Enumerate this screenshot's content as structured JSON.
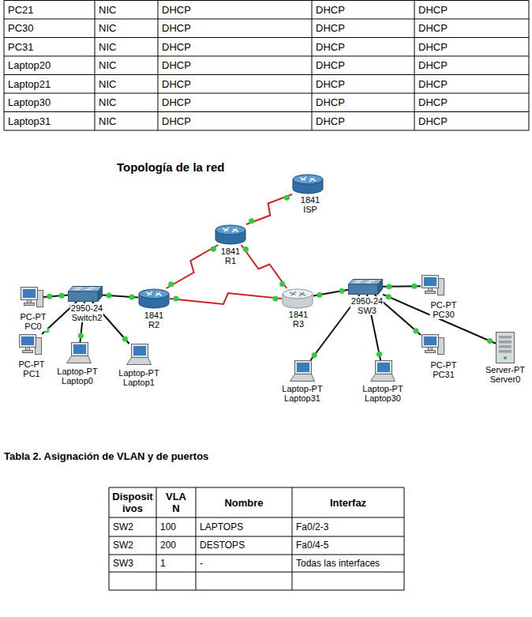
{
  "diagram": {
    "title": "Topología de la red",
    "nodes": [
      {
        "text": [
          "1841",
          "ISP"
        ]
      },
      {
        "text": [
          "1841",
          "R1"
        ]
      },
      {
        "text": [
          "2950-24",
          "Switch2"
        ]
      },
      {
        "text": [
          "1841",
          "R2"
        ]
      },
      {
        "text": [
          "1841",
          "R3"
        ]
      },
      {
        "text": [
          "2950-24",
          "SW3"
        ]
      },
      {
        "text": [
          "PC-PT",
          "PC30"
        ]
      },
      {
        "text": [
          "PC-PT",
          "PC0"
        ]
      },
      {
        "text": [
          "PC-PT",
          "PC1"
        ]
      },
      {
        "text": [
          "Laptop-PT",
          "Laptop0"
        ]
      },
      {
        "text": [
          "Laptop-PT",
          "Laptop1"
        ]
      },
      {
        "text": [
          "PC-PT",
          "PC31"
        ]
      },
      {
        "text": [
          "Laptop-PT",
          "Laptop31"
        ]
      },
      {
        "text": [
          "Laptop-PT",
          "Laptop30"
        ]
      },
      {
        "text": [
          "Server-PT",
          "Server0"
        ]
      }
    ],
    "edges": [
      {
        "from": 1,
        "to": 0,
        "arrow": "none"
      },
      {
        "from": 1,
        "to": 3,
        "arrow": "none"
      },
      {
        "from": 1,
        "to": 4,
        "arrow": "none"
      },
      {
        "from": 3,
        "to": 4,
        "arrow": "none"
      },
      {
        "from": 2,
        "to": 3,
        "arrow": "none"
      },
      {
        "from": 7,
        "to": 2,
        "arrow": "none"
      },
      {
        "from": 8,
        "to": 2,
        "arrow": "none"
      },
      {
        "from": 9,
        "to": 2,
        "arrow": "none"
      },
      {
        "from": 10,
        "to": 2,
        "arrow": "none"
      },
      {
        "from": 4,
        "to": 5,
        "arrow": "none"
      },
      {
        "from": 5,
        "to": 6,
        "arrow": "none"
      },
      {
        "from": 5,
        "to": 11,
        "arrow": "none"
      },
      {
        "from": 5,
        "to": 12,
        "arrow": "none"
      },
      {
        "from": 5,
        "to": 13,
        "arrow": "none"
      },
      {
        "from": 5,
        "to": 14,
        "arrow": "none"
      }
    ],
    "labels": [
      "PC21",
      "NIC",
      "DHCP",
      "DHCP",
      "DHCP",
      "PC30",
      "NIC",
      "DHCP",
      "DHCP",
      "DHCP",
      "PC31",
      "NIC",
      "DHCP",
      "DHCP",
      "DHCP",
      "Laptop20",
      "NIC",
      "DHCP",
      "DHCP",
      "DHCP",
      "Laptop21",
      "NIC",
      "DHCP",
      "DHCP",
      "DHCP",
      "Laptop30",
      "NIC",
      "DHCP",
      "DHCP",
      "DHCP",
      "Laptop31",
      "NIC",
      "DHCP",
      "DHCP",
      "DHCP",
      "Tabla 2. Asignación de VLAN y de puertos",
      "Disposit ivos",
      "VLA N",
      "Nombre",
      "Interfaz",
      "SW2",
      "100",
      "LAPTOPS",
      "Fa0/2-3",
      "SW2",
      "200",
      "DESTOPS",
      "Fa0/4-5",
      "SW3",
      "1",
      "-",
      "Todas las interfaces"
    ]
  }
}
